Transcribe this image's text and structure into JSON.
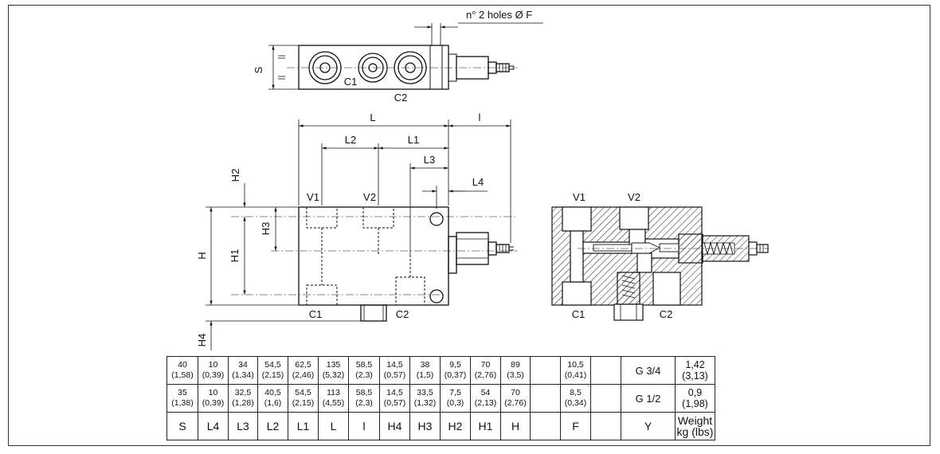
{
  "labels": {
    "holes_note": "n° 2 holes Ø F",
    "S": "S",
    "C1": "C1",
    "C2": "C2",
    "V1": "V1",
    "V2": "V2",
    "L": "L",
    "l": "l",
    "L1": "L1",
    "L2": "L2",
    "L3": "L3",
    "L4": "L4",
    "H": "H",
    "H1": "H1",
    "H2": "H2",
    "H3": "H3",
    "H4": "H4"
  },
  "table": {
    "rows": [
      {
        "cells": [
          {
            "top": "40",
            "bot": "(1,58)"
          },
          {
            "top": "10",
            "bot": "(0,39)"
          },
          {
            "top": "34",
            "bot": "(1,34)"
          },
          {
            "top": "54,5",
            "bot": "(2,15)"
          },
          {
            "top": "62,5",
            "bot": "(2,46)"
          },
          {
            "top": "135",
            "bot": "(5,32)"
          },
          {
            "top": "58,5",
            "bot": "(2,3)"
          },
          {
            "top": "14,5",
            "bot": "(0,57)"
          },
          {
            "top": "38",
            "bot": "(1,5)"
          },
          {
            "top": "9,5",
            "bot": "(0,37)"
          },
          {
            "top": "70",
            "bot": "(2,76)"
          },
          {
            "top": "89",
            "bot": "(3,5)"
          },
          {
            "top": "",
            "bot": ""
          },
          {
            "top": "10,5",
            "bot": "(0,41)"
          },
          {
            "top": "",
            "bot": ""
          },
          {
            "top": "G 3/4",
            "bot": ""
          },
          {
            "top": "1,42",
            "bot": "(3,13)"
          }
        ]
      },
      {
        "cells": [
          {
            "top": "35",
            "bot": "(1,38)"
          },
          {
            "top": "10",
            "bot": "(0,39)"
          },
          {
            "top": "32,5",
            "bot": "(1,28)"
          },
          {
            "top": "40,5",
            "bot": "(1,6)"
          },
          {
            "top": "54,5",
            "bot": "(2,15)"
          },
          {
            "top": "113",
            "bot": "(4,55)"
          },
          {
            "top": "58,5",
            "bot": "(2,3)"
          },
          {
            "top": "14,5",
            "bot": "(0,57)"
          },
          {
            "top": "33,5",
            "bot": "(1,32)"
          },
          {
            "top": "7,5",
            "bot": "(0,3)"
          },
          {
            "top": "54",
            "bot": "(2,13)"
          },
          {
            "top": "70",
            "bot": "(2,76)"
          },
          {
            "top": "",
            "bot": ""
          },
          {
            "top": "8,5",
            "bot": "(0,34)"
          },
          {
            "top": "",
            "bot": ""
          },
          {
            "top": "G 1/2",
            "bot": ""
          },
          {
            "top": "0,9",
            "bot": "(1,98)"
          }
        ]
      }
    ],
    "headers": [
      "S",
      "L4",
      "L3",
      "L2",
      "L1",
      "L",
      "l",
      "H4",
      "H3",
      "H2",
      "H1",
      "H",
      "",
      "F",
      "",
      "Y",
      "Weight kg (lbs)"
    ]
  }
}
